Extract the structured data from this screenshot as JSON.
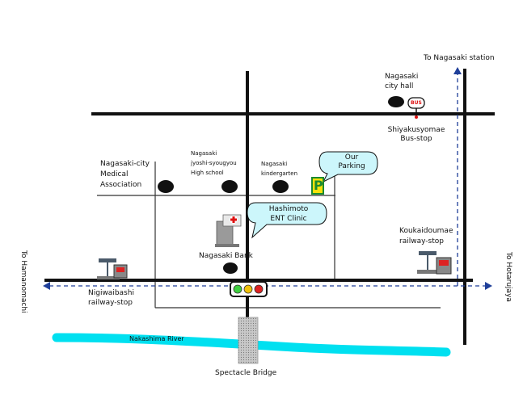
{
  "map": {
    "landmarks": {
      "nagasaki_city_hall": "Nagasaki\ncity hall",
      "bus_stop": "Shiyakusyomae\nBus-stop",
      "medical_association": "Nagasaki-city\nMedical\nAssociation",
      "high_school": "Nagasaki\njyoshi-syougyou\nHigh school",
      "kindergarten": "Nagasaki\nkindergarten",
      "parking_callout": "Our\nParking",
      "clinic_callout": "Hashimoto\nENT Clinic",
      "bank": "Nagasaki Bank",
      "koukaidoumae_stop": "Koukaidoumae\nrailway-stop",
      "nigiwaibashi_stop": "Nigiwaibashi\nrailway-stop",
      "river": "Nakashima River",
      "bridge": "Spectacle Bridge"
    },
    "directions": {
      "to_nagasaki_station": "To Nagasaki station",
      "to_hamanomachi": "To Hamanomachi",
      "to_hotarujaya": "To Hotarujaya"
    },
    "parking_sign": "P",
    "bus_sign": "BUS"
  },
  "colors": {
    "road": "#111111",
    "minor_road": "#333333",
    "route_dash": "#1f3f99",
    "river": "#00e0f0",
    "callout_fill": "#ccf6fb",
    "parking_fill": "#f5e10a",
    "parking_border": "#1b8a2e",
    "bridge_fill": "#bdbdbd"
  }
}
